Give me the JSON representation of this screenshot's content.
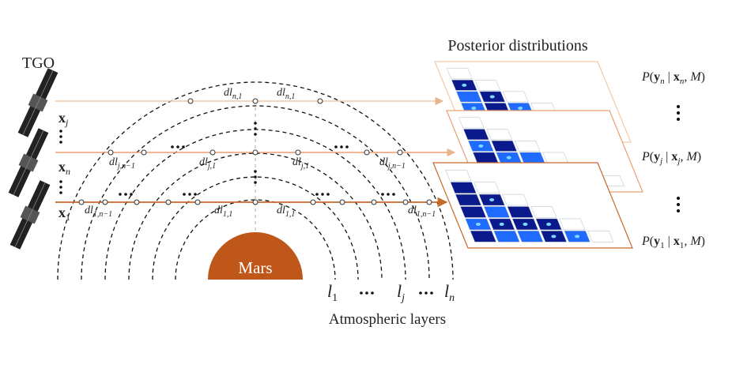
{
  "labels": {
    "satellite": "TGO",
    "posterior_title": "Posterior distributions",
    "planet": "Mars",
    "layers_caption": "Atmospheric layers"
  },
  "layer_labels": [
    {
      "base": "l",
      "sub": "1"
    },
    {
      "base": "l",
      "sub": "j"
    },
    {
      "base": "l",
      "sub": "n"
    }
  ],
  "observation_labels": [
    {
      "base": "x",
      "sub": "j"
    },
    {
      "base": "x",
      "sub": "n"
    },
    {
      "base": "x",
      "sub": "1"
    }
  ],
  "segment_labels": [
    {
      "base": "dl",
      "sub": "n,1"
    },
    {
      "base": "dl",
      "sub": "n,1"
    },
    {
      "base": "dl",
      "sub": "j,n−1"
    },
    {
      "base": "dl",
      "sub": "j,1"
    },
    {
      "base": "dl",
      "sub": "j,1"
    },
    {
      "base": "dl",
      "sub": "j,n−1"
    },
    {
      "base": "dl",
      "sub": "1,n−1"
    },
    {
      "base": "dl",
      "sub": "1,1"
    },
    {
      "base": "dl",
      "sub": "1,1"
    },
    {
      "base": "dl",
      "sub": "1,n−1"
    }
  ],
  "posteriors": [
    {
      "y": "y",
      "ysub": "n",
      "x": "x",
      "xsub": "n",
      "model": "M"
    },
    {
      "y": "y",
      "ysub": "j",
      "x": "x",
      "xsub": "j",
      "model": "M"
    },
    {
      "y": "y",
      "ysub": "1",
      "x": "x",
      "xsub": "1",
      "model": "M"
    }
  ],
  "colors": {
    "mars": "#c0571a",
    "ray_top": "#f0c9a8",
    "ray_mid": "#e8a070",
    "ray_bottom": "#c8682a",
    "arcs": "#111111",
    "heatmap_dark": "#0a1a8c",
    "heatmap_bright": "#1f6bff"
  },
  "icons": [
    "satellite-icon"
  ]
}
